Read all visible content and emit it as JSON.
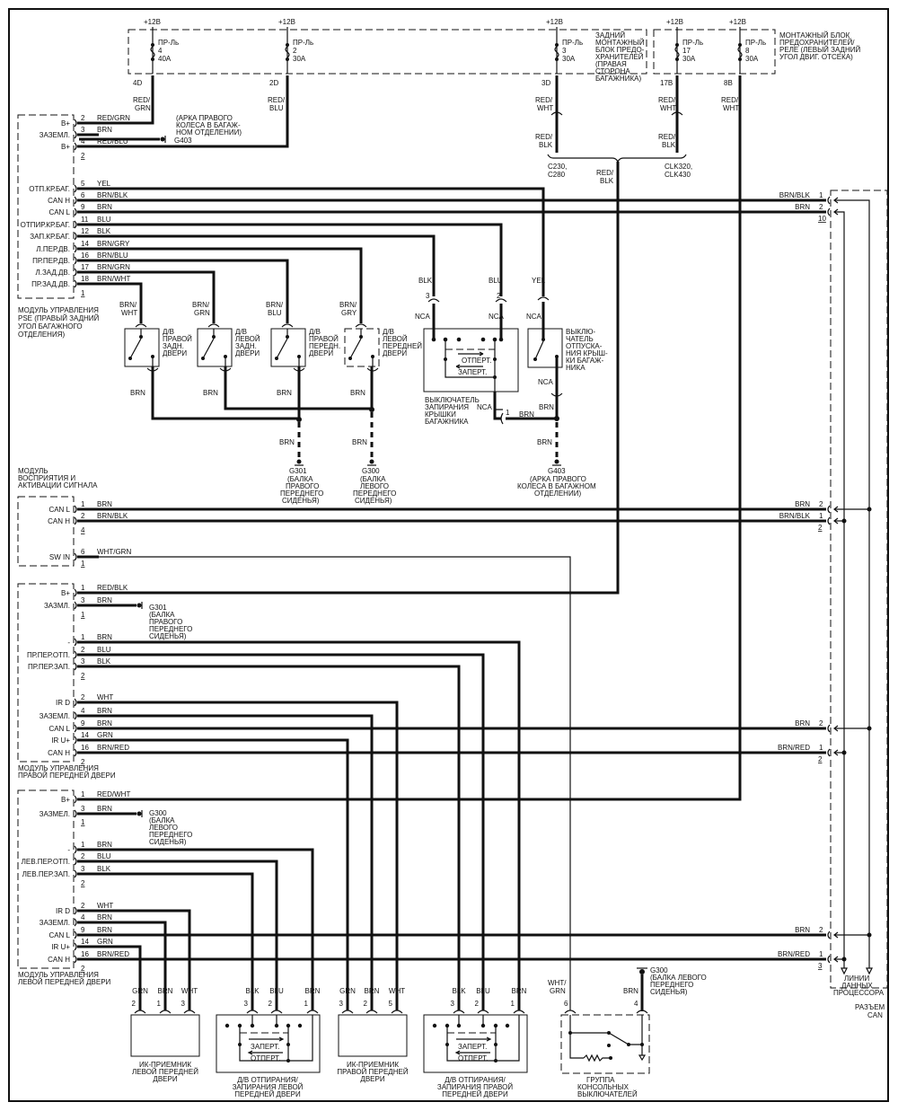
{
  "fuses": [
    {
      "supply": "+12В",
      "label": "ПР-Ль",
      "num": "4",
      "rating": "40А",
      "pin": "4D",
      "wire": [
        "RED/",
        "GRN"
      ]
    },
    {
      "supply": "+12В",
      "label": "ПР-Ль",
      "num": "2",
      "rating": "30А",
      "pin": "2D",
      "wire": [
        "RED/",
        "BLU"
      ]
    },
    {
      "supply": "+12В",
      "label": "ПР-Ль",
      "num": "3",
      "rating": "30А",
      "pin": "3D",
      "wire": [
        "RED/",
        "WHT"
      ],
      "wire2": [
        "RED/",
        "BLK"
      ]
    },
    {
      "supply": "+12В",
      "label": "ПР-Ль",
      "num": "17",
      "rating": "30А",
      "pin": "17B",
      "wire": [
        "RED/",
        "WHT"
      ],
      "wire2": [
        "RED/",
        "BLK"
      ]
    },
    {
      "supply": "+12В",
      "label": "ПР-Ль",
      "num": "8",
      "rating": "30А",
      "pin": "8B",
      "wire": [
        "RED/",
        "WHT"
      ]
    }
  ],
  "fuse_blocks": {
    "rear": [
      "ЗАДНИЙ",
      "МОНТАЖНЫЙ",
      "БЛОК ПРЕДО-",
      "ХРАНИТЕЛЕЙ",
      "(ПРАВАЯ",
      "СТОРОНА",
      "БАГАЖНИКА)"
    ],
    "engine": [
      "МОНТАЖНЫЙ БЛОК",
      "ПРЕДОХРАНИТЕЛЕЙ/",
      "РЕЛЕ (ЛЕВЫЙ ЗАДНИЙ",
      "УГОЛ ДВИГ. ОТСЕКА)"
    ]
  },
  "model_variants": {
    "left": [
      "C230,",
      "C280"
    ],
    "right": [
      "CLK320,",
      "CLK430"
    ],
    "merged_wire": [
      "RED/",
      "BLK"
    ]
  },
  "grounds": {
    "g403_top": {
      "id": "G403",
      "desc": [
        "(АРКА ПРАВОГО",
        "КОЛЕСА В БАГАЖ-",
        "НОМ ОТДЕЛЕНИИ)"
      ]
    },
    "g403_bottom": {
      "id": "G403",
      "desc": [
        "(АРКА ПРАВОГО",
        "КОЛЕСА В БАГАЖНОМ",
        "ОТДЕЛЕНИИ)"
      ]
    },
    "g301": {
      "id": "G301",
      "desc": [
        "(БАЛКА",
        "ПРАВОГО",
        "ПЕРЕДНЕГО",
        "СИДЕНЬЯ)"
      ]
    },
    "g300": {
      "id": "G300",
      "desc": [
        "(БАЛКА",
        "ЛЕВОГО",
        "ПЕРЕДНЕГО",
        "СИДЕНЬЯ)"
      ]
    },
    "g300_console": {
      "id": "G300",
      "desc": [
        "(БАЛКА ЛЕВОГО",
        "ПЕРЕДНЕГО",
        "СИДЕНЬЯ)"
      ]
    }
  },
  "modules": {
    "pse": {
      "title": [
        "МОДУЛЬ УПРАВЛЕНИЯ",
        "PSE (ПРАВЫЙ ЗАДНИЙ",
        "УГОЛ БАГАЖНОГО",
        "ОТДЕЛЕНИЯ)"
      ],
      "pins": [
        {
          "name": "B+",
          "pin": "2",
          "wire": "RED/GRN"
        },
        {
          "name": "ЗАЗЕМЛ.",
          "pin": "3",
          "wire": "BRN"
        },
        {
          "name": "B+",
          "pin": "4",
          "wire": "RED/BLU"
        },
        {
          "name": "ОТП.КР.БАГ.",
          "pin": "5",
          "wire": "YEL"
        },
        {
          "name": "CAN H",
          "pin": "6",
          "wire": "BRN/BLK"
        },
        {
          "name": "CAN L",
          "pin": "9",
          "wire": "BRN"
        },
        {
          "name": "ОТПИР.КР.БАГ.",
          "pin": "11",
          "wire": "BLU"
        },
        {
          "name": "ЗАП.КР.БАГ.",
          "pin": "12",
          "wire": "BLK"
        },
        {
          "name": "Л.ПЕР.ДВ.",
          "pin": "14",
          "wire": "BRN/GRY"
        },
        {
          "name": "ПР.ПЕР.ДВ.",
          "pin": "16",
          "wire": "BRN/BLU"
        },
        {
          "name": "Л.ЗАД.ДВ.",
          "pin": "17",
          "wire": "BRN/GRN"
        },
        {
          "name": "ПР.ЗАД.ДВ.",
          "pin": "18",
          "wire": "BRN/WHT"
        }
      ],
      "connectors": [
        "2",
        "1"
      ]
    },
    "signal": {
      "title": [
        "МОДУЛЬ",
        "ВОСПРИЯТИЯ И",
        "АКТИВАЦИИ СИГНАЛА"
      ],
      "pins": [
        {
          "name": "CAN L",
          "pin": "1",
          "wire": "BRN"
        },
        {
          "name": "CAN H",
          "pin": "2",
          "wire": "BRN/BLK"
        },
        {
          "name": "SW IN",
          "pin": "6",
          "wire": "WHT/GRN"
        }
      ],
      "connectors": [
        "4",
        "1"
      ]
    },
    "right_door": {
      "title": [
        "МОДУЛЬ УПРАВЛЕНИЯ",
        "ПРАВОЙ ПЕРЕДНЕЙ ДВЕРИ"
      ],
      "pins": [
        {
          "name": "B+",
          "pin": "1",
          "wire": "RED/BLK"
        },
        {
          "name": "ЗАЗМЛ.",
          "pin": "3",
          "wire": "BRN"
        },
        {
          "name": "-",
          "pin": "1",
          "wire": "BRN"
        },
        {
          "name": "ПР.ПЕР.ОТП.",
          "pin": "2",
          "wire": "BLU"
        },
        {
          "name": "ПР.ПЕР.ЗАП.",
          "pin": "3",
          "wire": "BLK"
        },
        {
          "name": "IR D",
          "pin": "2",
          "wire": "WHT"
        },
        {
          "name": "ЗАЗЕМЛ.",
          "pin": "4",
          "wire": "BRN"
        },
        {
          "name": "CAN L",
          "pin": "9",
          "wire": "BRN"
        },
        {
          "name": "IR U+",
          "pin": "14",
          "wire": "GRN"
        },
        {
          "name": "CAN H",
          "pin": "16",
          "wire": "BRN/RED"
        }
      ],
      "connectors": [
        "1",
        "2",
        "2"
      ]
    },
    "left_door": {
      "title": [
        "МОДУЛЬ УПРАВЛЕНИЯ",
        "ЛЕВОЙ ПЕРЕДНЕЙ ДВЕРИ"
      ],
      "pins": [
        {
          "name": "B+",
          "pin": "1",
          "wire": "RED/WHT"
        },
        {
          "name": "ЗАЗМЕЛ.",
          "pin": "3",
          "wire": "BRN"
        },
        {
          "name": "-",
          "pin": "1",
          "wire": "BRN"
        },
        {
          "name": "ЛЕВ.ПЕР.ОТП.",
          "pin": "2",
          "wire": "BLU"
        },
        {
          "name": "ЛЕВ.ПЕР.ЗАП.",
          "pin": "3",
          "wire": "BLK"
        },
        {
          "name": "IR D",
          "pin": "2",
          "wire": "WHT"
        },
        {
          "name": "ЗАЗЕМЛ.",
          "pin": "4",
          "wire": "BRN"
        },
        {
          "name": "CAN L",
          "pin": "9",
          "wire": "BRN"
        },
        {
          "name": "IR U+",
          "pin": "14",
          "wire": "GRN"
        },
        {
          "name": "CAN H",
          "pin": "16",
          "wire": "BRN/RED"
        }
      ],
      "connectors": [
        "1",
        "2",
        "2"
      ]
    }
  },
  "door_switches": [
    {
      "label": [
        "Д/В",
        "ПРАВОЙ",
        "ЗАДН.",
        "ДВЕРИ"
      ],
      "wire": [
        "BRN/",
        "WHT"
      ],
      "gnd": "BRN"
    },
    {
      "label": [
        "Д/В",
        "ЛЕВОЙ",
        "ЗАДН.",
        "ДВЕРИ"
      ],
      "wire": [
        "BRN/",
        "GRN"
      ],
      "gnd": "BRN"
    },
    {
      "label": [
        "Д/В",
        "ПРАВОЙ",
        "ПЕРЕДН.",
        "ДВЕРИ"
      ],
      "wire": [
        "BRN/",
        "BLU"
      ],
      "gnd": "BRN"
    },
    {
      "label": [
        "Д/В",
        "ЛЕВОЙ",
        "ПЕРЕДНЕЙ",
        "ДВЕРИ"
      ],
      "wire": [
        "BRN/",
        "GRY"
      ],
      "gnd": "BRN"
    }
  ],
  "ground_drops": {
    "g301_wire": "BRN",
    "g300_wire": "BRN",
    "g403_wire": "BRN"
  },
  "trunk_lock": {
    "label": [
      "ВЫКЛЮЧАТЕЛЬ",
      "ЗАПИРАНИЯ",
      "КРЫШКИ",
      "БАГАЖНИКА"
    ],
    "pins": [
      {
        "pin": "3",
        "wire": "BLK"
      },
      {
        "pin": "2",
        "wire": "BLU"
      }
    ],
    "nca": "NCA",
    "unlock": "ОТПЕРТ.",
    "lock": "ЗАПЕРТ.",
    "out_pin": "1",
    "out_wire": "BRN"
  },
  "trunk_release": {
    "label": [
      "ВЫКЛЮ-",
      "ЧАТЕЛЬ",
      "ОТПУСКА-",
      "НИЯ КРЫШ-",
      "КИ БАГАЖ-",
      "НИКА"
    ],
    "wire": "YEL",
    "nca": "NCA",
    "out_wire": "BRN"
  },
  "can_connector": {
    "label": [
      "РАЗЪЕМ",
      "CAN"
    ],
    "inner_label": [
      "ЛИНИИ",
      "ДАННЫХ",
      "ПРОЦЕССОРА"
    ],
    "rows": [
      {
        "wire": "BRN/BLK",
        "pin": "1"
      },
      {
        "wire": "BRN",
        "pin": "2",
        "sub": "10"
      },
      {
        "wire": "BRN",
        "pin": "2"
      },
      {
        "wire": "BRN/BLK",
        "pin": "1",
        "sub": "2"
      },
      {
        "wire": "BRN",
        "pin": "2"
      },
      {
        "wire": "BRN/RED",
        "pin": "1",
        "sub": "2"
      },
      {
        "wire": "BRN",
        "pin": "2"
      },
      {
        "wire": "BRN/RED",
        "pin": "1",
        "sub": "3"
      }
    ]
  },
  "bottom_components": {
    "ir_left": {
      "label": [
        "ИК-ПРИЕМНИК",
        "ЛЕВОЙ ПЕРЕДНЕЙ",
        "ДВЕРИ"
      ],
      "pins": [
        {
          "wire": "GRN",
          "pin": "2"
        },
        {
          "wire": "BRN",
          "pin": "1"
        },
        {
          "wire": "WHT",
          "pin": "3"
        }
      ]
    },
    "lock_left": {
      "label": [
        "Д/В ОТПИРАНИЯ/",
        "ЗАПИРАНИЯ ЛЕВОЙ",
        "ПЕРЕДНЕЙ ДВЕРИ"
      ],
      "pins": [
        {
          "wire": "BLK",
          "pin": "3"
        },
        {
          "wire": "BLU",
          "pin": "2"
        },
        {
          "wire": "BRN",
          "pin": "1"
        }
      ],
      "lock": "ЗАПЕРТ.",
      "unlock": "ОТПЕРТ."
    },
    "ir_right": {
      "label": [
        "ИК-ПРИЕМНИК",
        "ПРАВОЙ ПЕРЕДНЕЙ",
        "ДВЕРИ"
      ],
      "pins": [
        {
          "wire": "GRN",
          "pin": "3"
        },
        {
          "wire": "BRN",
          "pin": "2"
        },
        {
          "wire": "WHT",
          "pin": "5"
        }
      ]
    },
    "lock_right": {
      "label": [
        "Д/В ОТПИРАНИЯ/",
        "ЗАПИРАНИЯ ПРАВОЙ",
        "ПЕРЕДНЕЙ ДВЕРИ"
      ],
      "pins": [
        {
          "wire": "BLK",
          "pin": "3"
        },
        {
          "wire": "BLU",
          "pin": "2"
        },
        {
          "wire": "BRN",
          "pin": "1"
        }
      ],
      "lock": "ЗАПЕРТ.",
      "unlock": "ОТПЕРТ."
    },
    "console": {
      "label": [
        "ГРУППА",
        "КОНСОЛЬНЫХ",
        "ВЫКЛЮЧАТЕЛЕЙ"
      ],
      "pins": [
        {
          "wire": [
            "WHT/",
            "GRN"
          ],
          "pin": "6"
        },
        {
          "wire": [
            "BRN"
          ],
          "pin": "4"
        }
      ]
    }
  }
}
